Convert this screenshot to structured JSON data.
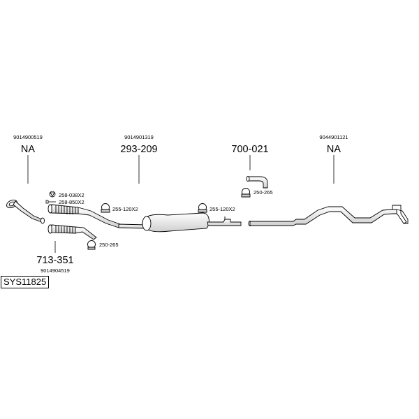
{
  "assembly": {
    "system_code": "SYS11825"
  },
  "callouts": [
    {
      "id": "front-pipe",
      "ref": "9014900519",
      "part": "NA"
    },
    {
      "id": "middle-silencer",
      "ref": "9014901319",
      "part": "293-209"
    },
    {
      "id": "bend-pipe",
      "ref": "",
      "part": "700-021"
    },
    {
      "id": "tail-pipe",
      "ref": "9044901121",
      "part": "NA"
    },
    {
      "id": "flex-pipe",
      "ref": "9014904519",
      "part": "713-351"
    }
  ],
  "fittings": [
    {
      "id": "gasket",
      "label": "258-038X2"
    },
    {
      "id": "bolt",
      "label": "258-850X2"
    },
    {
      "id": "clamp-left",
      "label": "255-120X2"
    },
    {
      "id": "clamp-right",
      "label": "255-120X2"
    },
    {
      "id": "clamp-flex",
      "label": "250-265"
    },
    {
      "id": "clamp-bend",
      "label": "250-265"
    }
  ],
  "colors": {
    "line": "#000000",
    "fill": "#ffffff",
    "shade": "#d0d0d0"
  }
}
